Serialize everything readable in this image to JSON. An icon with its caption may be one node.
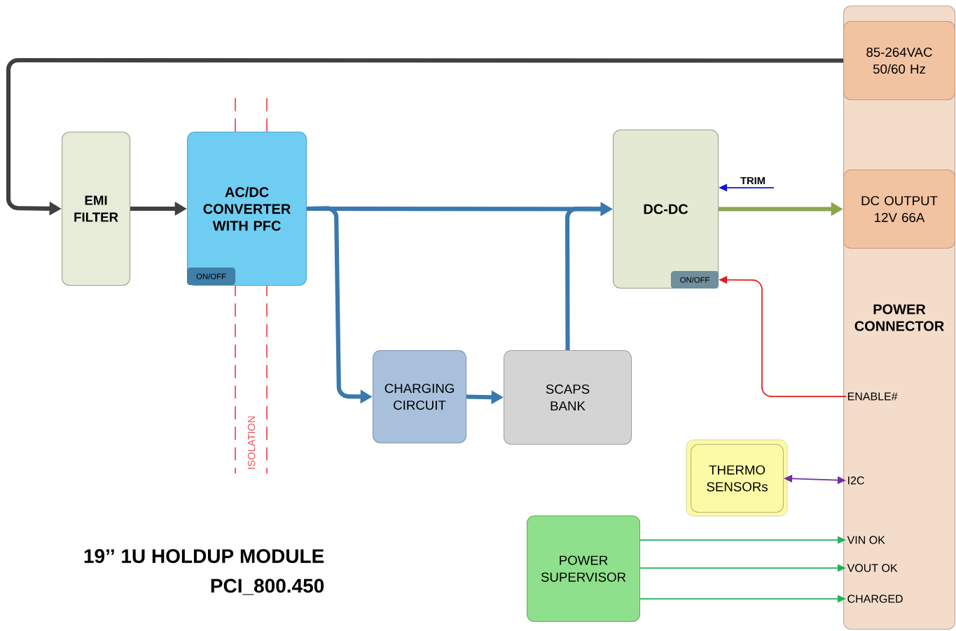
{
  "diagram": {
    "nodes": [
      {
        "text": [
          "POWER CONNECTOR"
        ]
      },
      {
        "text": [
          "85-264VAC 50/60 Hz"
        ],
        "in": 0
      },
      {
        "text": [
          "DC OUTPUT 12V 66A"
        ],
        "in": 0
      },
      {
        "text": [
          "ENABLE#"
        ],
        "in": 0
      },
      {
        "text": [
          "I2C"
        ],
        "in": 0
      },
      {
        "text": [
          "VIN OK"
        ],
        "in": 0
      },
      {
        "text": [
          "VOUT OK"
        ],
        "in": 0
      },
      {
        "text": [
          "CHARGED"
        ],
        "in": 0
      },
      {
        "text": [
          "EMI FILTER"
        ]
      },
      {
        "text": [
          "AC/DC CONVERTER WITH PFC"
        ]
      },
      {
        "text": [
          "ON/OFF"
        ],
        "in": 9
      },
      {
        "text": [
          "DC-DC"
        ]
      },
      {
        "text": [
          "ON/OFF"
        ],
        "in": 11
      },
      {
        "text": [
          "CHARGING CIRCUIT"
        ]
      },
      {
        "text": [
          "SCAPS BANK"
        ]
      },
      {
        "text": [
          "THERMO SENSORs"
        ]
      },
      {
        "text": [
          "POWER SUPERVISOR"
        ]
      }
    ],
    "edges": [
      {
        "from": 1,
        "to": 8,
        "arrow": "to",
        "color": "#404040"
      },
      {
        "from": 8,
        "to": 9,
        "arrow": "to",
        "color": "#404040"
      },
      {
        "from": 9,
        "to": 11,
        "arrow": "to",
        "color": "#3b78ae"
      },
      {
        "from": 9,
        "to": 13,
        "arrow": "to",
        "color": "#3b78ae"
      },
      {
        "from": 13,
        "to": 14,
        "arrow": "to",
        "color": "#3b78ae"
      },
      {
        "from": 14,
        "to": 11,
        "arrow": "to",
        "color": "#3b78ae"
      },
      {
        "from": 11,
        "to": 2,
        "arrow": "to",
        "color": "#8ca551"
      },
      {
        "from": null,
        "to": 11,
        "arrow": "to",
        "label": "TRIM",
        "color": "#1010e0"
      },
      {
        "from": 3,
        "to": 12,
        "arrow": "to",
        "color": "#e41b1b"
      },
      {
        "from": 15,
        "to": 4,
        "arrow": "both",
        "color": "#7030a0"
      },
      {
        "from": 16,
        "to": 5,
        "arrow": "to",
        "color": "#1fb35a"
      },
      {
        "from": 16,
        "to": 6,
        "arrow": "to",
        "color": "#1fb35a"
      },
      {
        "from": 16,
        "to": 7,
        "arrow": "to",
        "color": "#1fb35a"
      }
    ],
    "labels": [
      "ISOLATION",
      "19’’ 1U HOLDUP MODULE",
      "PCI_800.450"
    ]
  }
}
